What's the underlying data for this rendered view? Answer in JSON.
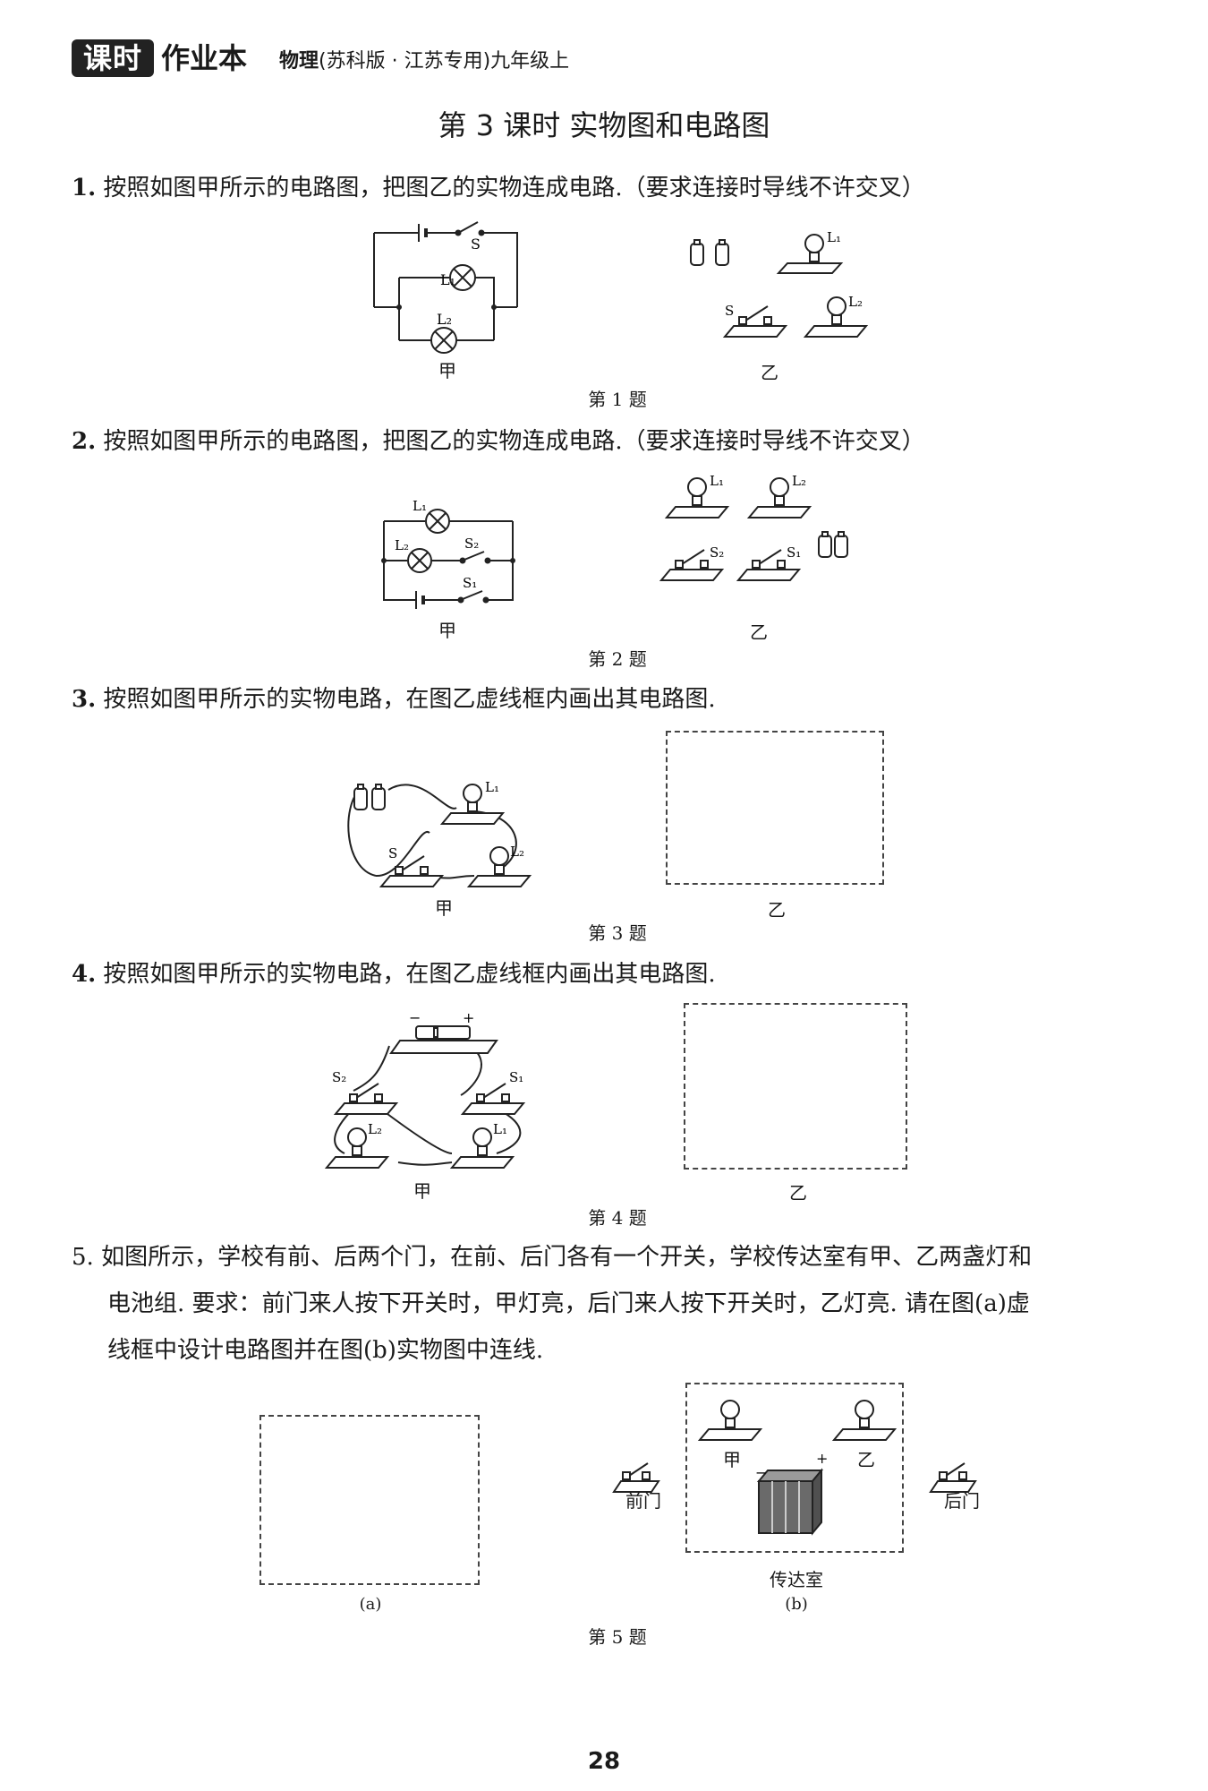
{
  "header": {
    "brand_box": "课时",
    "brand_text": "作业本",
    "subject_bold": "物理",
    "subject_rest": "(苏科版 · 江苏专用)九年级上"
  },
  "lesson_title": "第 3 课时    实物图和电路图",
  "questions": [
    {
      "num": "1.",
      "text": "按照如图甲所示的电路图，把图乙的实物连成电路.（要求连接时导线不许交叉）",
      "caption": "第 1 题"
    },
    {
      "num": "2.",
      "text": "按照如图甲所示的电路图，把图乙的实物连成电路.（要求连接时导线不许交叉）",
      "caption": "第 2 题"
    },
    {
      "num": "3.",
      "text": "按照如图甲所示的实物电路，在图乙虚线框内画出其电路图.",
      "caption": "第 3 题"
    },
    {
      "num": "4.",
      "text": "按照如图甲所示的实物电路，在图乙虚线框内画出其电路图.",
      "caption": "第 4 题"
    },
    {
      "num": "5.",
      "line1": "如图所示，学校有前、后两个门，在前、后门各有一个开关，学校传达室有甲、乙两盏灯和",
      "line2": "电池组. 要求：前门来人按下开关时，甲灯亮，后门来人按下开关时，乙灯亮. 请在图(a)虚",
      "line3": "线框中设计电路图并在图(b)实物图中连线.",
      "caption": "第 5 题"
    }
  ],
  "labels": {
    "jia": "甲",
    "yi": "乙",
    "S": "S",
    "S1": "S₁",
    "S2": "S₂",
    "L1": "L₁",
    "L2": "L₂",
    "minus": "−",
    "plus": "+",
    "front_door": "前门",
    "back_door": "后门",
    "duty_room": "传达室",
    "fig_a": "(a)",
    "fig_b": "(b)"
  },
  "page_number": "28"
}
